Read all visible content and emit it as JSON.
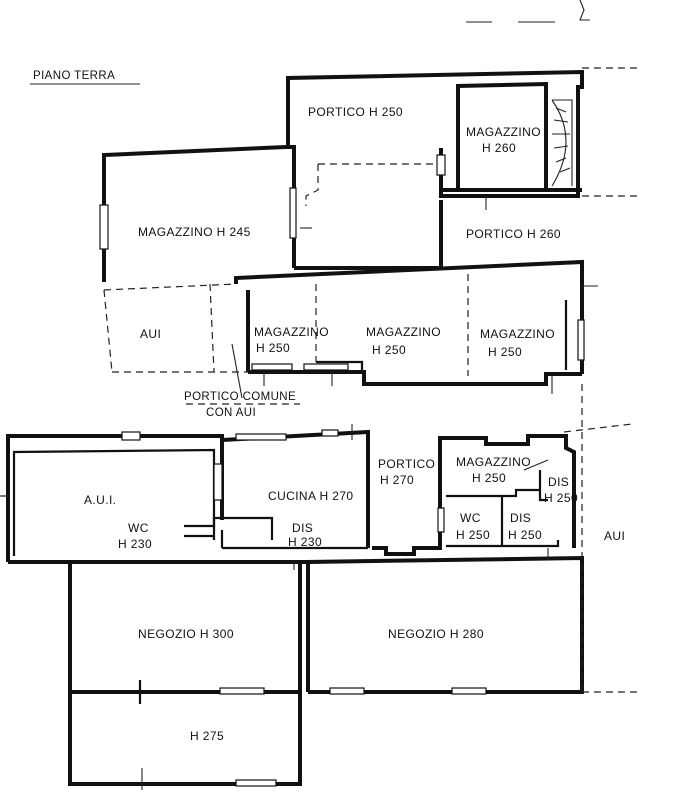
{
  "title": "PIANO  TERRA",
  "rooms": {
    "portico_top": "PORTICO  H  250",
    "magazzino_260_a": "MAGAZZINO",
    "magazzino_260_b": "H  260",
    "magazzino_245": "MAGAZZINO  H  245",
    "portico_260": "PORTICO   H  260",
    "aui_left": "AUI",
    "magazzino_w_a": "MAGAZZINO",
    "magazzino_w_b": "H  250",
    "magazzino_c_a": "MAGAZZINO",
    "magazzino_c_b": "H  250",
    "magazzino_e_a": "MAGAZZINO",
    "magazzino_e_b": "H  250",
    "portico_comune_a": "PORTICO  COMUNE",
    "portico_comune_b": "CON  AUI",
    "aui_lower": "A.U.I.",
    "wc_left_a": "WC",
    "wc_left_b": "H  230",
    "cucina": "CUCINA  H  270",
    "dis_left_a": "DIS",
    "dis_left_b": "H 230",
    "portico_270_a": "PORTICO",
    "portico_270_b": "H  270",
    "magazzino_r_a": "MAGAZZINO",
    "magazzino_r_b": "H  250",
    "dis_right_top_a": "DIS",
    "dis_right_top_b": "H 250",
    "wc_right_a": "WC",
    "wc_right_b": "H  250",
    "dis_right_a": "DIS",
    "dis_right_b": "H  250",
    "aui_right": "AUI",
    "negozio_300": "NEGOZIO  H  300",
    "negozio_280": "NEGOZIO  H  280",
    "h275": "H  275"
  }
}
